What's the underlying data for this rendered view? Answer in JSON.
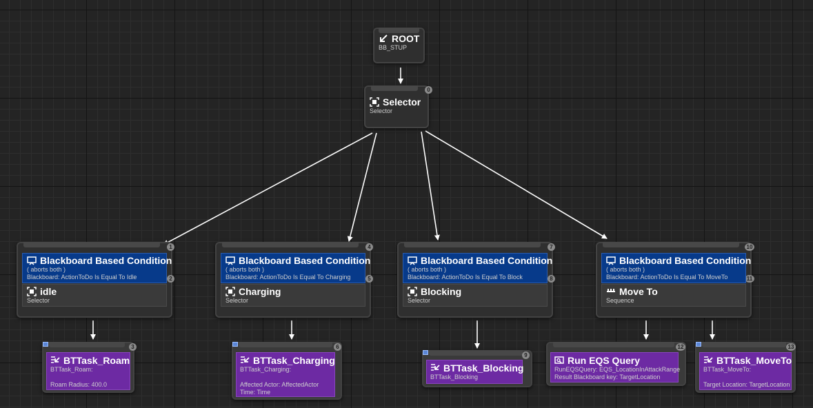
{
  "graph": {
    "root": {
      "title": "ROOT",
      "subtitle": "BB_STUP"
    },
    "selector": {
      "title": "Selector",
      "subtitle": "Selector",
      "index": "0"
    },
    "branches": [
      {
        "decorator_title": "Blackboard Based Condition",
        "aborts": "( aborts both )",
        "condition": "Blackboard: ActionToDo Is Equal To Idle",
        "decorator_index": "1",
        "composite_title": "idle",
        "composite_subtitle": "Selector",
        "composite_index": "2"
      },
      {
        "decorator_title": "Blackboard Based Condition",
        "aborts": "( aborts both )",
        "condition": "Blackboard: ActionToDo Is Equal To Charging",
        "decorator_index": "4",
        "composite_title": "Charging",
        "composite_subtitle": "Selector",
        "composite_index": "5"
      },
      {
        "decorator_title": "Blackboard Based Condition",
        "aborts": "( aborts both )",
        "condition": "Blackboard: ActionToDo Is Equal To Block",
        "decorator_index": "7",
        "composite_title": "Blocking",
        "composite_subtitle": "Selector",
        "composite_index": "8"
      },
      {
        "decorator_title": "Blackboard Based Condition",
        "aborts": "( aborts both )",
        "condition": "Blackboard: ActionToDo Is Equal To MoveTo",
        "decorator_index": "10",
        "composite_title": "Move To",
        "composite_subtitle": "Sequence",
        "composite_index": "11"
      }
    ],
    "tasks": [
      {
        "title": "BTTask_Roam",
        "line1": "BTTask_Roam:",
        "line2": "",
        "line3": "Roam Radius: 400.0",
        "line4": "",
        "index": "3"
      },
      {
        "title": "BTTask_Charging",
        "line1": "BTTask_Charging:",
        "line2": "",
        "line3": "Affected Actor: AffectedActor",
        "line4": "Time: Time",
        "index": "6"
      },
      {
        "title": "BTTask_Blocking",
        "line1": "BTTask_Blocking",
        "line2": "",
        "line3": "",
        "line4": "",
        "index": "9"
      },
      {
        "title": "Run EQS Query",
        "line1": "RunEQSQuery: EQS_LocationInAttackRange",
        "line2": "Result Blackboard key: TargetLocation",
        "line3": "",
        "line4": "",
        "index": "12"
      },
      {
        "title": "BTTask_MoveTo",
        "line1": "BTTask_MoveTo:",
        "line2": "",
        "line3": "Target Location: TargetLocation",
        "line4": "",
        "index": "13"
      }
    ],
    "icons": {
      "root": "root-arrow-icon",
      "selector": "selector-icon",
      "decorator": "blackboard-monitor-icon",
      "sequence": "sequence-icon",
      "task": "task-icon",
      "eqs": "eqs-query-icon",
      "breakpoint": "bookmark-icon"
    },
    "colors": {
      "decorator": "#073a8a",
      "task": "#6d2aa3",
      "node": "#2f2f2f",
      "background": "#242424",
      "wire": "#ffffff"
    }
  }
}
